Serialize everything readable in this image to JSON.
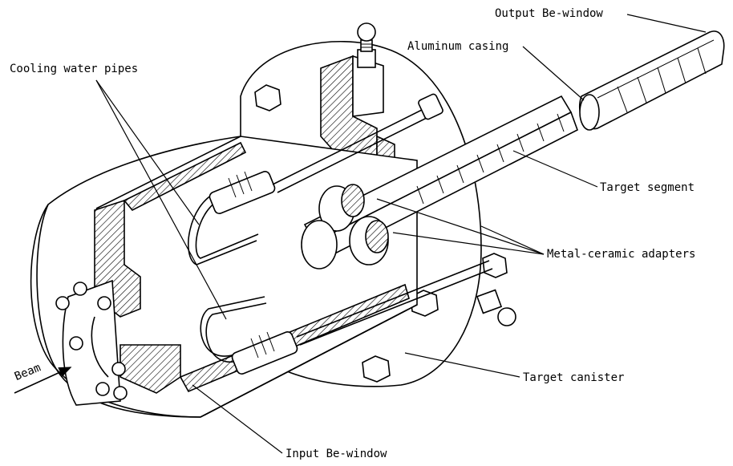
{
  "labels": {
    "cooling": "Cooling water pipes",
    "aluminum": "Aluminum casing",
    "output": "Output Be-window",
    "target_segment": "Target segment",
    "adapters": "Metal-ceramic adapters",
    "canister": "Target canister",
    "input": "Input Be-window",
    "beam": "Beam"
  }
}
